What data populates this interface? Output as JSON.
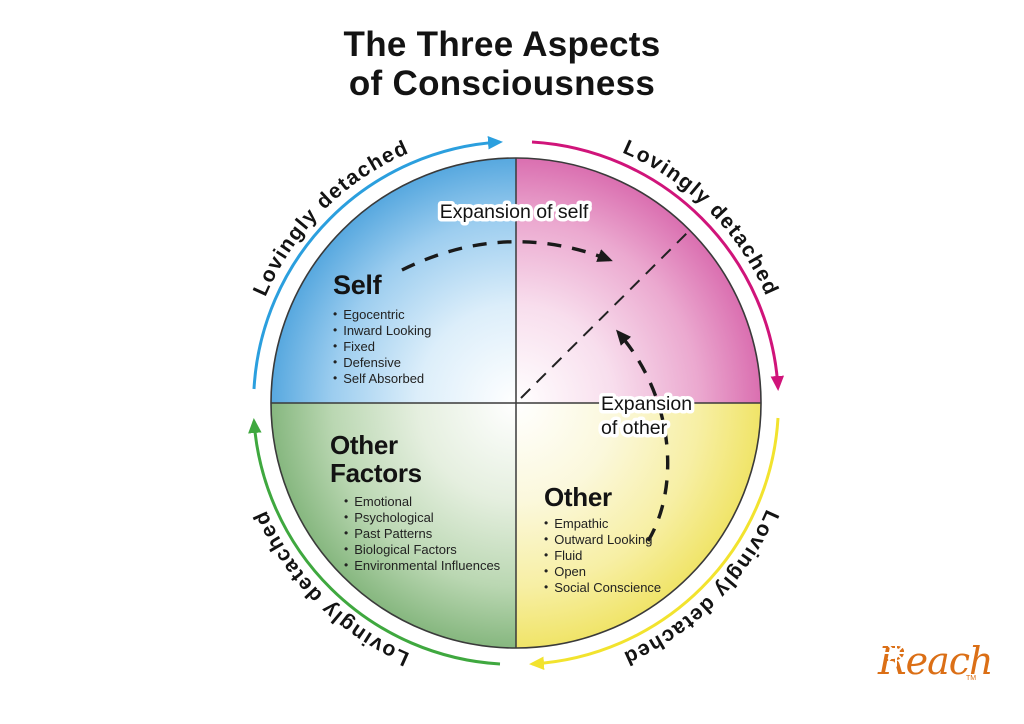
{
  "title": {
    "line1": "The Three Aspects",
    "line2": "of Consciousness"
  },
  "arc_labels": {
    "top_left": "Lovingly detached",
    "top_right": "Lovingly detached",
    "bottom_right": "Lovingly detached",
    "bottom_left": "Lovingly detached"
  },
  "annotations": {
    "expansion_self": "Expansion of self",
    "expansion_other_line1": "Expansion",
    "expansion_other_line2": "of other"
  },
  "quadrants": {
    "self": {
      "heading": "Self",
      "bullets": [
        "Egocentric",
        "Inward Looking",
        "Fixed",
        "Defensive",
        "Self Absorbed"
      ]
    },
    "other_factors": {
      "heading_line1": "Other",
      "heading_line2": "Factors",
      "bullets": [
        "Emotional",
        "Psychological",
        "Past Patterns",
        "Biological Factors",
        "Environmental Influences"
      ]
    },
    "other": {
      "heading": "Other",
      "bullets": [
        "Empathic",
        "Outward Looking",
        "Fluid",
        "Open",
        "Social Conscience"
      ]
    }
  },
  "colors": {
    "quadrant_self_blue": "#57A8DF",
    "quadrant_upper_right_pink": "#DA6FB0",
    "quadrant_other_yellow": "#F0E468",
    "quadrant_other_factors_green": "#86B77F",
    "arrow_blue": "#2B9FDE",
    "arrow_magenta": "#D0147A",
    "arrow_yellow": "#F2E32E",
    "arrow_green": "#3FA83F",
    "logo_orange": "#DB6F16"
  },
  "logo": {
    "text": "Reach",
    "trademark": "TM"
  }
}
